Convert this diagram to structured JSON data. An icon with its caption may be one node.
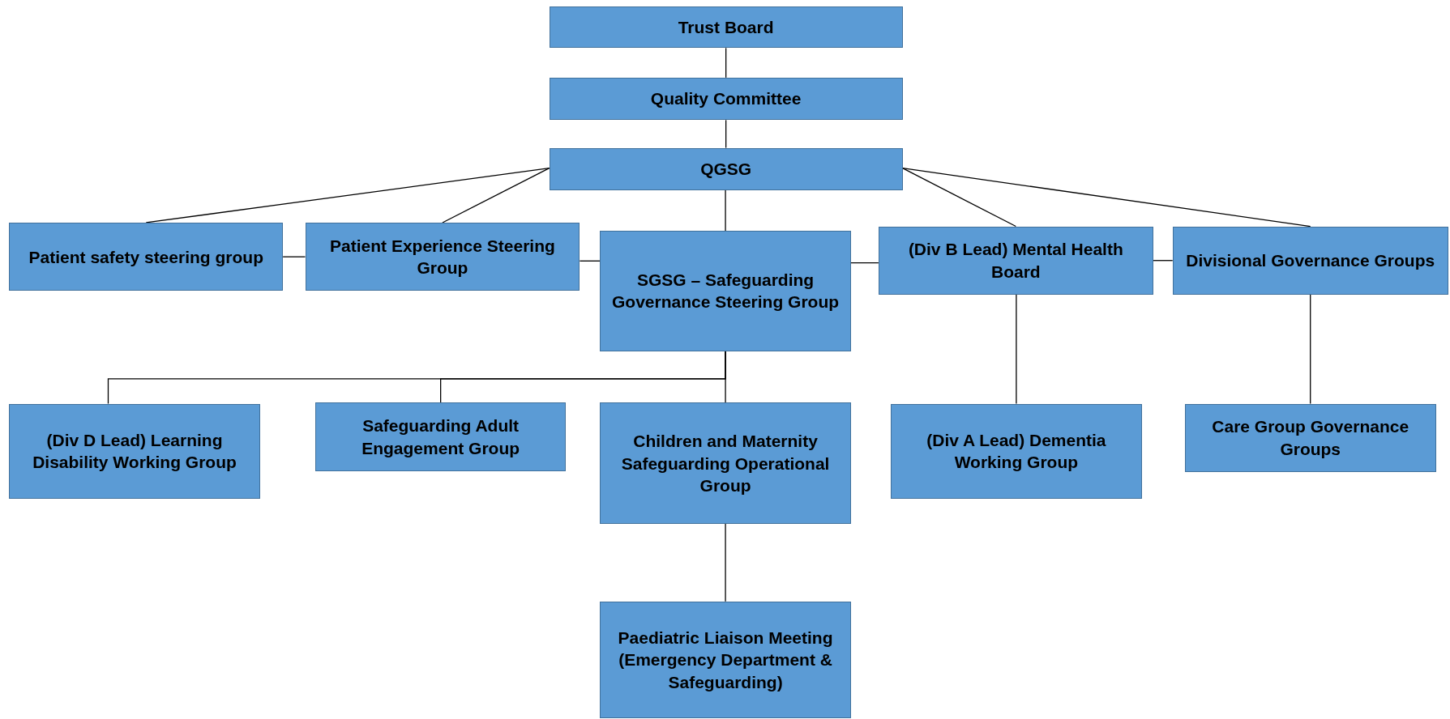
{
  "diagram": {
    "nodes": [
      {
        "text": [
          "Trust Board"
        ]
      },
      {
        "text": [
          "Quality Committee"
        ]
      },
      {
        "text": [
          "QGSG"
        ]
      },
      {
        "text": [
          "Patient safety steering group"
        ]
      },
      {
        "text": [
          "Patient Experience Steering Group"
        ]
      },
      {
        "text": [
          "SGSG – Safeguarding Governance Steering Group"
        ]
      },
      {
        "text": [
          "(Div B Lead) Mental Health Board"
        ]
      },
      {
        "text": [
          "Divisional Governance Groups"
        ]
      },
      {
        "text": [
          "(Div D Lead) Learning Disability Working Group"
        ]
      },
      {
        "text": [
          "Safeguarding Adult Engagement Group"
        ]
      },
      {
        "text": [
          "Children and Maternity Safeguarding Operational Group"
        ]
      },
      {
        "text": [
          "(Div A Lead) Dementia Working Group"
        ]
      },
      {
        "text": [
          "Care Group Governance Groups"
        ]
      },
      {
        "text": [
          "Paediatric Liaison Meeting (Emergency Department & Safeguarding)"
        ]
      }
    ],
    "edges": [
      {
        "from": 0,
        "to": 1,
        "arrow": "none"
      },
      {
        "from": 1,
        "to": 2,
        "arrow": "none"
      },
      {
        "from": 2,
        "to": 3,
        "arrow": "none"
      },
      {
        "from": 2,
        "to": 4,
        "arrow": "none"
      },
      {
        "from": 2,
        "to": 5,
        "arrow": "none"
      },
      {
        "from": 2,
        "to": 6,
        "arrow": "none"
      },
      {
        "from": 2,
        "to": 7,
        "arrow": "none"
      },
      {
        "from": 3,
        "to": 4,
        "arrow": "none"
      },
      {
        "from": 4,
        "to": 5,
        "arrow": "none"
      },
      {
        "from": 5,
        "to": 6,
        "arrow": "none"
      },
      {
        "from": 6,
        "to": 7,
        "arrow": "none"
      },
      {
        "from": 5,
        "to": 8,
        "arrow": "none"
      },
      {
        "from": 5,
        "to": 9,
        "arrow": "none"
      },
      {
        "from": 5,
        "to": 10,
        "arrow": "none"
      },
      {
        "from": 6,
        "to": 11,
        "arrow": "none"
      },
      {
        "from": 7,
        "to": 12,
        "arrow": "none"
      },
      {
        "from": 10,
        "to": 13,
        "arrow": "none"
      }
    ]
  }
}
